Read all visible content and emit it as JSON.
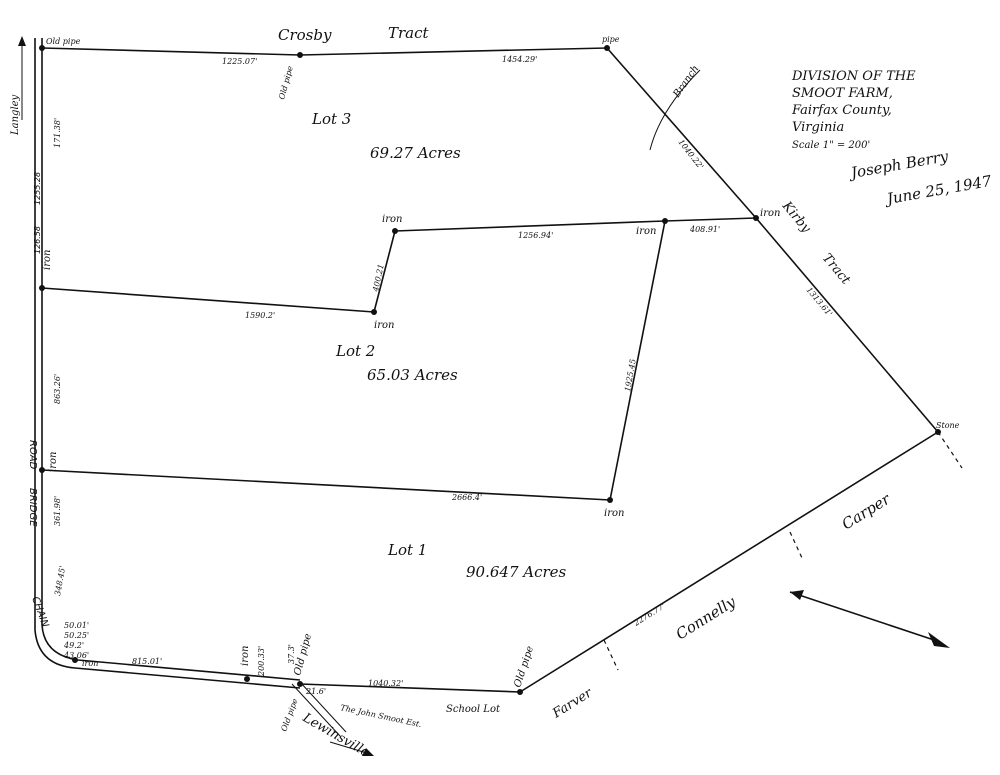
{
  "title": {
    "line1": "DIVISION OF THE",
    "line2": "SMOOT FARM,",
    "line3": "Fairfax County,",
    "line4": "Virginia",
    "scale": "Scale 1\" = 200'"
  },
  "signature": {
    "name": "Joseph Berry",
    "date": "June 25, 1947"
  },
  "lots": [
    {
      "name": "Lot 3",
      "area": "69.27 Acres"
    },
    {
      "name": "Lot 2",
      "area": "65.03 Acres"
    },
    {
      "name": "Lot 1",
      "area": "90.647 Acres"
    }
  ],
  "adjoining": {
    "crosby": "Crosby",
    "tract_top": "Tract",
    "kirby": "Kirby",
    "tract_right": "Tract",
    "branch": "Branch",
    "carper": "Carper",
    "connelly": "Connelly",
    "farver": "Farver",
    "school_lot": "School Lot",
    "smoot_est": "The John Smoot Est.",
    "lewinsville": "Lewinsville",
    "langley": "Langley"
  },
  "road": {
    "chain": "CHAIN",
    "bridge": "BRIDGE",
    "road": "ROAD"
  },
  "markers": {
    "old_pipe": "Old pipe",
    "pipe": "pipe",
    "iron": "iron",
    "stone": "Stone"
  },
  "distances": {
    "top_west": "1225.07'",
    "top_east": "1454.29'",
    "northeast": "1040.22'",
    "kirby_east": "1313.61'",
    "lot3_south_a": "1256.94'",
    "lot3_south_b": "408.91'",
    "jog": "400.21",
    "lot2_north": "1590.2'",
    "lot2_east": "1925.45",
    "lot1_north": "2666.4'",
    "southeast": "2276.77'",
    "road_a": "171.38'",
    "road_b": "1255.28",
    "road_c": "126.58",
    "road_d": "863.26'",
    "road_e": "361.98'",
    "road_f": "348.45'",
    "curve_1": "50.01'",
    "curve_2": "50.25'",
    "curve_3": "49.2'",
    "curve_4": "43.06'",
    "south_a": "815.01'",
    "south_b": "200.33'",
    "south_c": "37.3'",
    "south_d": "21.6'",
    "south_e": "1040.32'"
  }
}
